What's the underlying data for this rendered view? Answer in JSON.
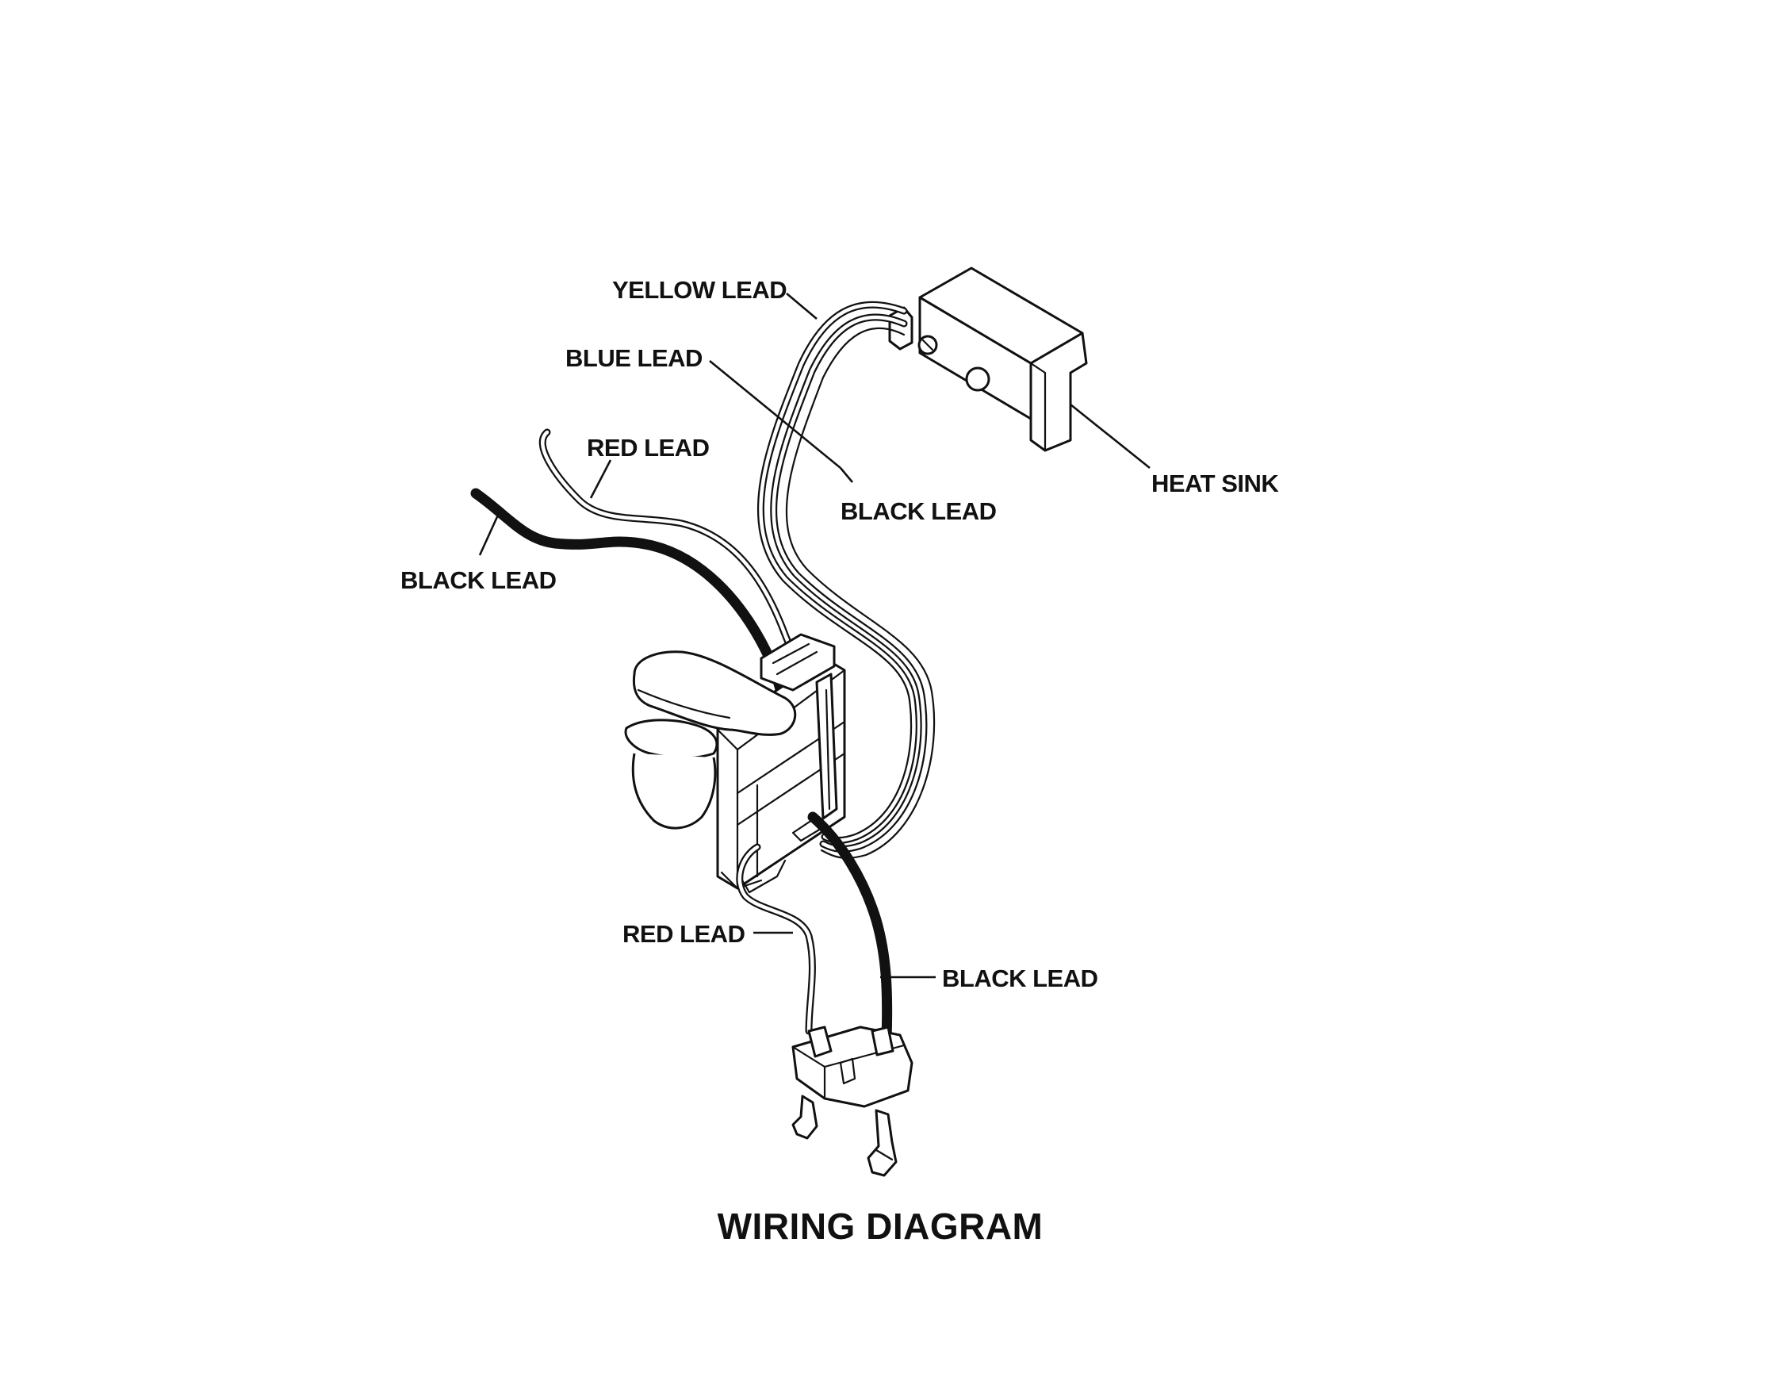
{
  "diagram": {
    "title": "WIRING DIAGRAM",
    "labels": {
      "yellow_lead": "YELLOW LEAD",
      "blue_lead": "BLUE LEAD",
      "red_lead_top": "RED LEAD",
      "black_lead_left": "BLACK LEAD",
      "black_lead_mid": "BLACK LEAD",
      "heat_sink": "HEAT SINK",
      "red_lead_bottom": "RED LEAD",
      "black_lead_bottom": "BLACK LEAD"
    }
  }
}
